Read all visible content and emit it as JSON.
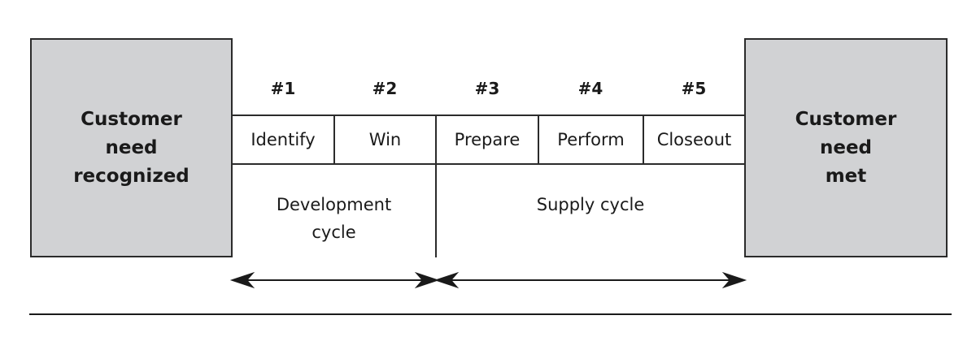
{
  "left_box": {
    "lines": [
      "Customer",
      "need",
      "recognized"
    ]
  },
  "right_box": {
    "lines": [
      "Customer",
      "need",
      "met"
    ]
  },
  "numbers": [
    "#1",
    "#2",
    "#3",
    "#4",
    "#5"
  ],
  "stages": [
    "Identify",
    "Win",
    "Prepare",
    "Perform",
    "Closeout"
  ],
  "cycles": {
    "development": [
      "Development",
      "cycle"
    ],
    "supply": "Supply cycle"
  }
}
